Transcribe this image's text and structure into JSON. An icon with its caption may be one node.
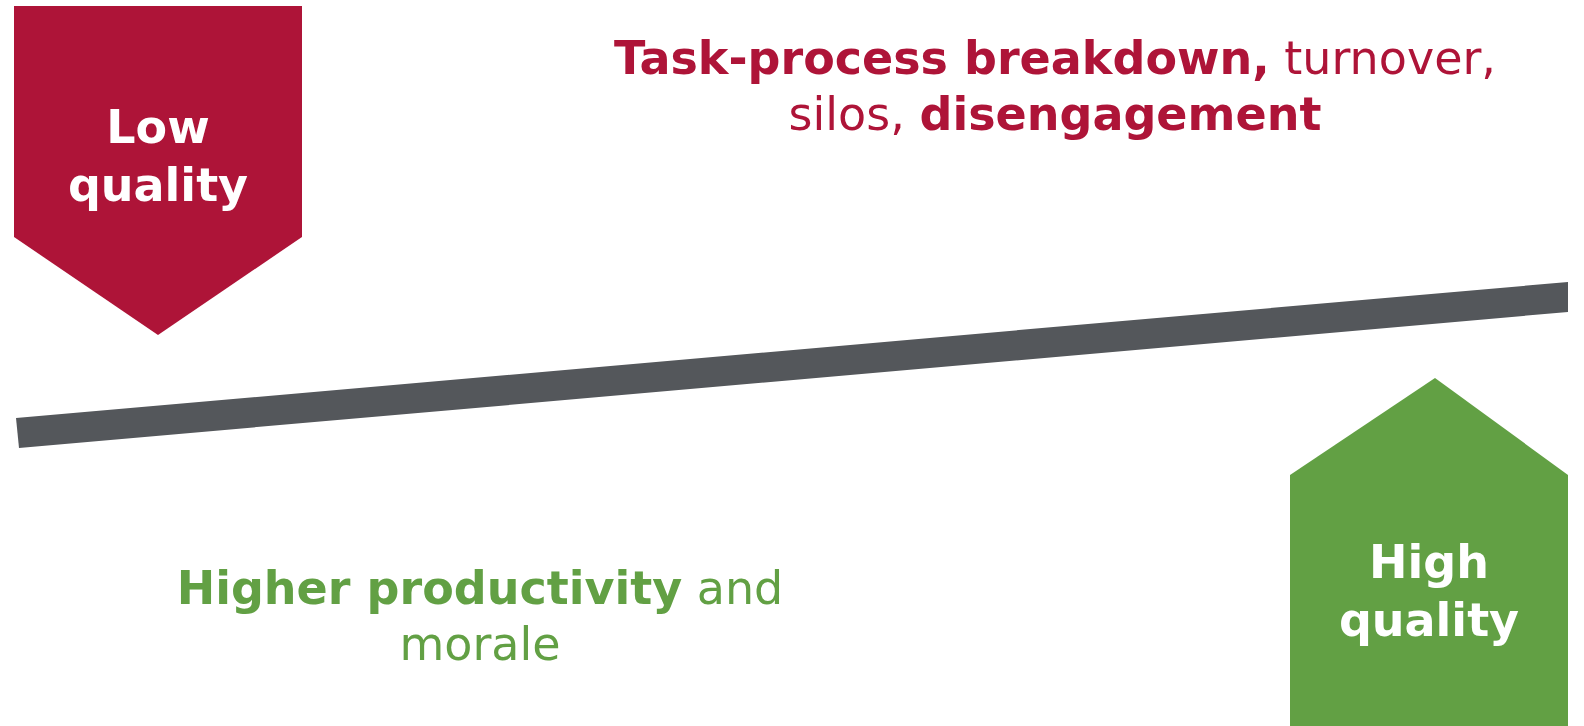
{
  "diagram": {
    "nodes": [
      {
        "text": [
          "Low quality"
        ]
      },
      {
        "text": [],
        "shape": "bar"
      },
      {
        "text": [
          "High quality"
        ]
      }
    ],
    "labels": [
      "**Task-process breakdown,** turnover, silos, **disengagement**",
      "**Higher productivity** and morale"
    ]
  }
}
